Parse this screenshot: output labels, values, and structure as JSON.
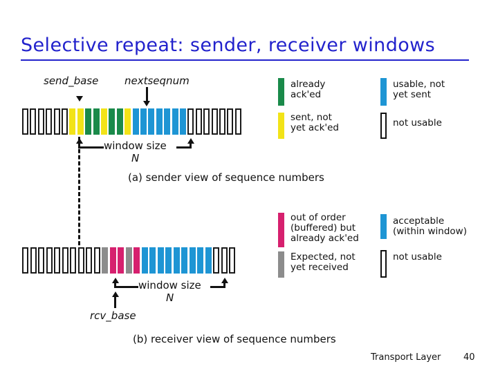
{
  "slide": {
    "title": "Selective repeat: sender, receiver windows",
    "title_color": "#2222cc",
    "footer_text": "Transport Layer",
    "footer_number": "40"
  },
  "colors": {
    "green": "#1a8a4a",
    "yellow": "#f2e318",
    "blue": "#1e95d4",
    "magenta": "#d6206e",
    "gray": "#8c8c8c",
    "white": "#ffffff",
    "outline": "#1a1a1a"
  },
  "sender": {
    "caption": "(a) sender view of sequence numbers",
    "pointer_labels": {
      "send_base": "send_base",
      "nextseqnum": "nextseqnum"
    },
    "window_label": "window size",
    "window_label_n": "N",
    "blocks": [
      "white",
      "white",
      "white",
      "white",
      "white",
      "white",
      "yellow",
      "yellow",
      "green",
      "green",
      "yellow",
      "green",
      "green",
      "yellow",
      "blue",
      "blue",
      "blue",
      "blue",
      "blue",
      "blue",
      "blue",
      "white",
      "white",
      "white",
      "white",
      "white",
      "white",
      "white"
    ],
    "legend": [
      {
        "swatch": "green",
        "text": "already\nack'ed"
      },
      {
        "swatch": "yellow",
        "text": "sent, not\nyet ack'ed"
      },
      {
        "swatch": "blue",
        "text": "usable, not\nyet sent"
      },
      {
        "swatch": "white",
        "text": "not usable"
      }
    ]
  },
  "receiver": {
    "caption": "(b) receiver view of sequence numbers",
    "pointer_labels": {
      "rcv_base": "rcv_base"
    },
    "window_label": "window size",
    "window_label_n": "N",
    "blocks": [
      "white",
      "white",
      "white",
      "white",
      "white",
      "white",
      "white",
      "white",
      "white",
      "white",
      "gray",
      "magenta",
      "magenta",
      "gray",
      "magenta",
      "blue",
      "blue",
      "blue",
      "blue",
      "blue",
      "blue",
      "blue",
      "blue",
      "blue",
      "white",
      "white",
      "white"
    ],
    "legend": [
      {
        "swatch": "magenta",
        "text": "out of order\n(buffered) but\nalready ack'ed"
      },
      {
        "swatch": "gray",
        "text": "Expected, not\nyet received"
      },
      {
        "swatch": "blue",
        "text": "acceptable\n(within window)"
      },
      {
        "swatch": "white",
        "text": "not usable"
      }
    ]
  }
}
